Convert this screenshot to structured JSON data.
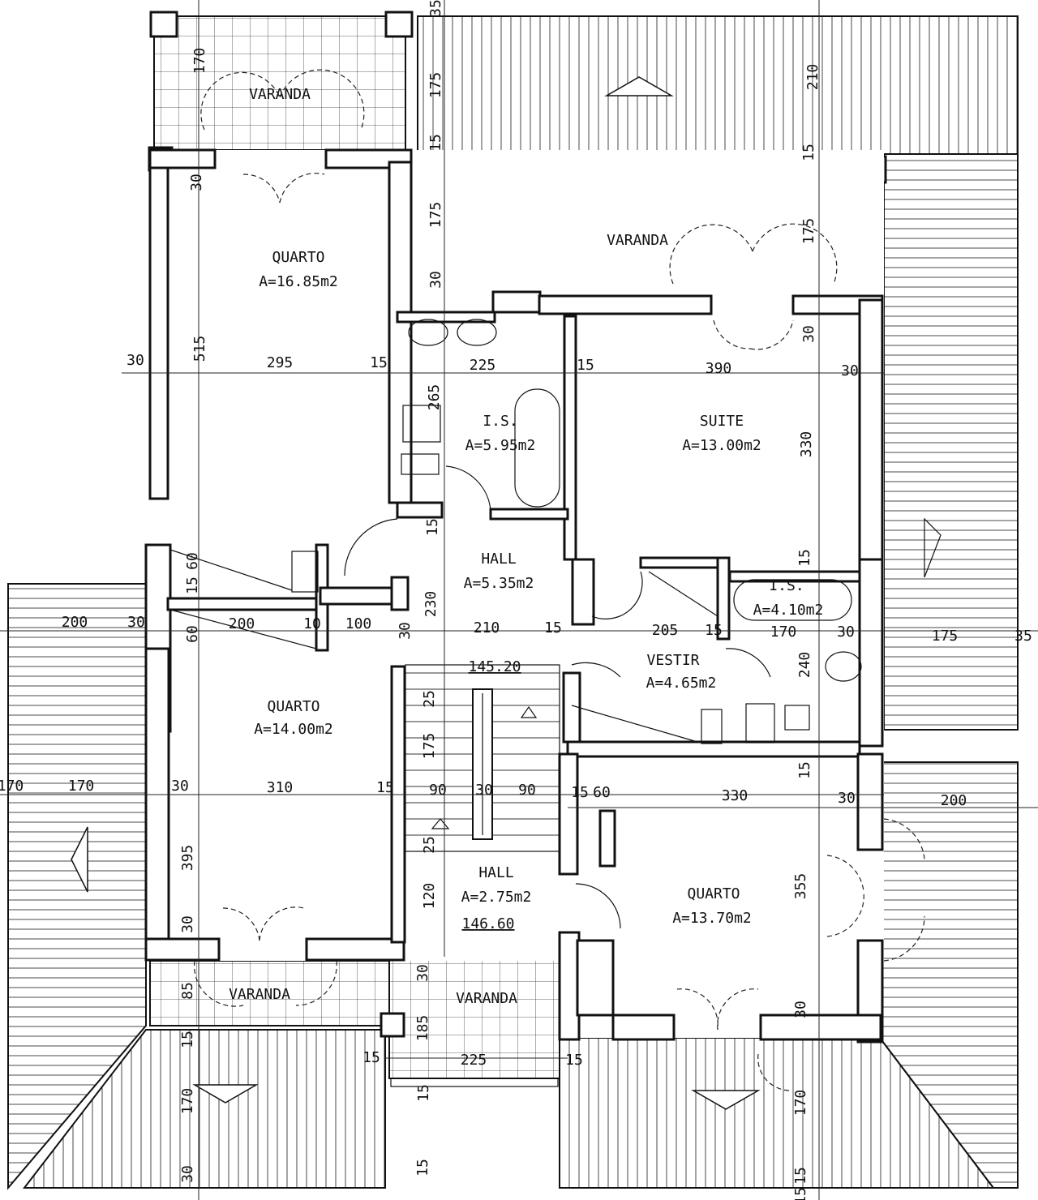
{
  "rooms": {
    "quarto_nw": {
      "name": "QUARTO",
      "area": "A=16.85m2"
    },
    "is_main": {
      "name": "I.S.",
      "area": "A=5.95m2"
    },
    "suite": {
      "name": "SUITE",
      "area": "A=13.00m2"
    },
    "hall_1": {
      "name": "HALL",
      "area": "A=5.35m2",
      "level": "145.20"
    },
    "is_small": {
      "name": "I.S.",
      "area": "A=4.10m2"
    },
    "vestir": {
      "name": "VESTIR",
      "area": "A=4.65m2"
    },
    "quarto_sw": {
      "name": "QUARTO",
      "area": "A=14.00m2"
    },
    "hall_2": {
      "name": "HALL",
      "area": "A=2.75m2",
      "level": "146.60"
    },
    "quarto_se": {
      "name": "QUARTO",
      "area": "A=13.70m2"
    }
  },
  "varandas": [
    "VARANDA",
    "VARANDA",
    "VARANDA",
    "VARANDA"
  ],
  "dimensions": {
    "top": [
      "35",
      "170",
      "175",
      "210",
      "15",
      "15",
      "175",
      "175",
      "30",
      "30",
      "30",
      "30"
    ],
    "row1": [
      "30",
      "515",
      "295",
      "15",
      "225",
      "15",
      "390",
      "30",
      "265",
      "330"
    ],
    "row2": [
      "15",
      "60",
      "15",
      "230",
      "15",
      "205",
      "15",
      "170",
      "30",
      "175",
      "35"
    ],
    "row3": [
      "200",
      "30",
      "60",
      "200",
      "10",
      "100",
      "30",
      "210",
      "240"
    ],
    "row4": [
      "25",
      "175",
      "30",
      "170",
      "30",
      "310",
      "15",
      "90",
      "30",
      "90",
      "15",
      "60",
      "330",
      "30",
      "200",
      "15"
    ],
    "row5": [
      "395",
      "25",
      "120",
      "355"
    ],
    "bottom": [
      "30",
      "85",
      "15",
      "30",
      "185",
      "15",
      "225",
      "15",
      "30",
      "170",
      "170",
      "15",
      "30",
      "15",
      "15"
    ]
  }
}
